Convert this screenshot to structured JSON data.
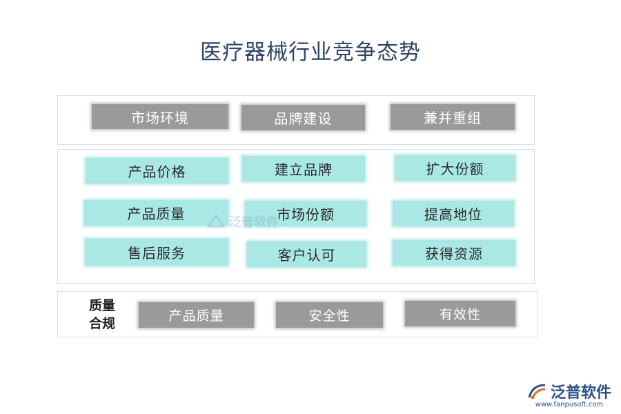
{
  "title": "医疗器械行业竞争态势",
  "row1": [
    "市场环境",
    "品牌建设",
    "兼并重组"
  ],
  "row2": [
    [
      "产品价格",
      "建立品牌",
      "扩大份额"
    ],
    [
      "产品质量",
      "市场份额",
      "提高地位"
    ],
    [
      "售后服务",
      "客户认可",
      "获得资源"
    ]
  ],
  "row3": {
    "label_line1": "质量",
    "label_line2": "合规",
    "items": [
      "产品质量",
      "安全性",
      "有效性"
    ]
  },
  "logo": {
    "name": "泛普软件",
    "url": "www.fanpusoft.com"
  },
  "colors": {
    "gray_box": "#9a9a9a",
    "teal_box": "#a9e8e4",
    "title": "#2f4468"
  }
}
